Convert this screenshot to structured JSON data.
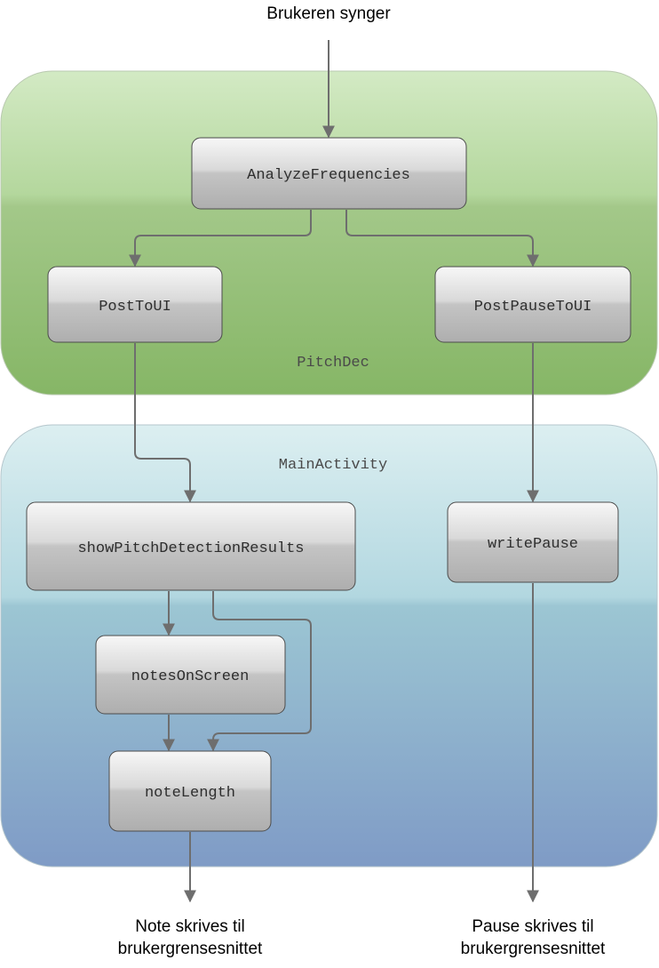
{
  "input_label": "Brukeren synger",
  "containers": {
    "pitchdec": "PitchDec",
    "mainactivity": "MainActivity"
  },
  "nodes": {
    "analyze_frequencies": "AnalyzeFrequencies",
    "post_to_ui": "PostToUI",
    "post_pause_to_ui": "PostPauseToUI",
    "show_pitch_detection_results": "showPitchDetectionResults",
    "write_pause": "writePause",
    "notes_on_screen": "notesOnScreen",
    "note_length": "noteLength"
  },
  "outputs": {
    "note_line1": "Note skrives til",
    "note_line2": "brukergrensesnittet",
    "pause_line1": "Pause skrives til",
    "pause_line2": "brukergrensesnittet"
  },
  "colors": {
    "pitchdec_top": "#c7e3b5",
    "pitchdec_bottom": "#86b666",
    "mainactivity_top": "#d6edef",
    "mainactivity_bottom": "#7f9bc6",
    "node_top": "#f4f4f4",
    "node_bottom": "#b4b4b4",
    "edge": "#6e6e6e"
  }
}
